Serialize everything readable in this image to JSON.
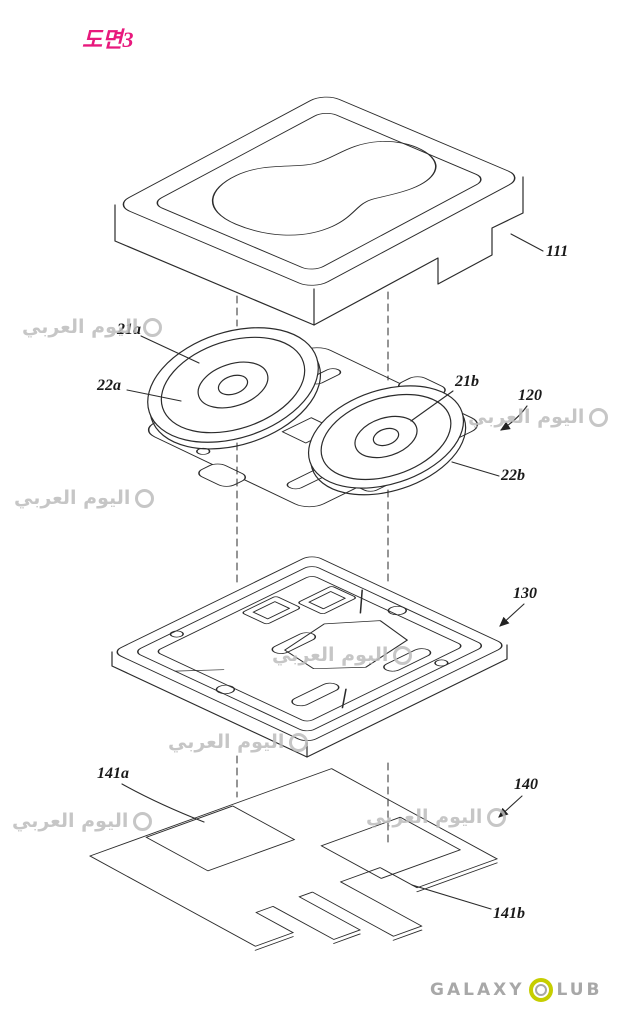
{
  "title": {
    "text": "도면3",
    "color": "#e8197d"
  },
  "parts": {
    "cover": "111",
    "lens_a_top": "21a",
    "lens_a_ring": "22a",
    "lens_b_top": "21b",
    "lens_b_ring": "22b",
    "module": "120",
    "bracket": "130",
    "sheet": "140",
    "pad_a": "141a",
    "pad_b": "141b"
  },
  "watermark": {
    "text": "اليوم العربي",
    "color": "#bdbdbd"
  },
  "footer": {
    "left": "GALAXY",
    "right": "LUB",
    "ring_color": "#c6ce00",
    "text_color": "#a8a8a8"
  }
}
